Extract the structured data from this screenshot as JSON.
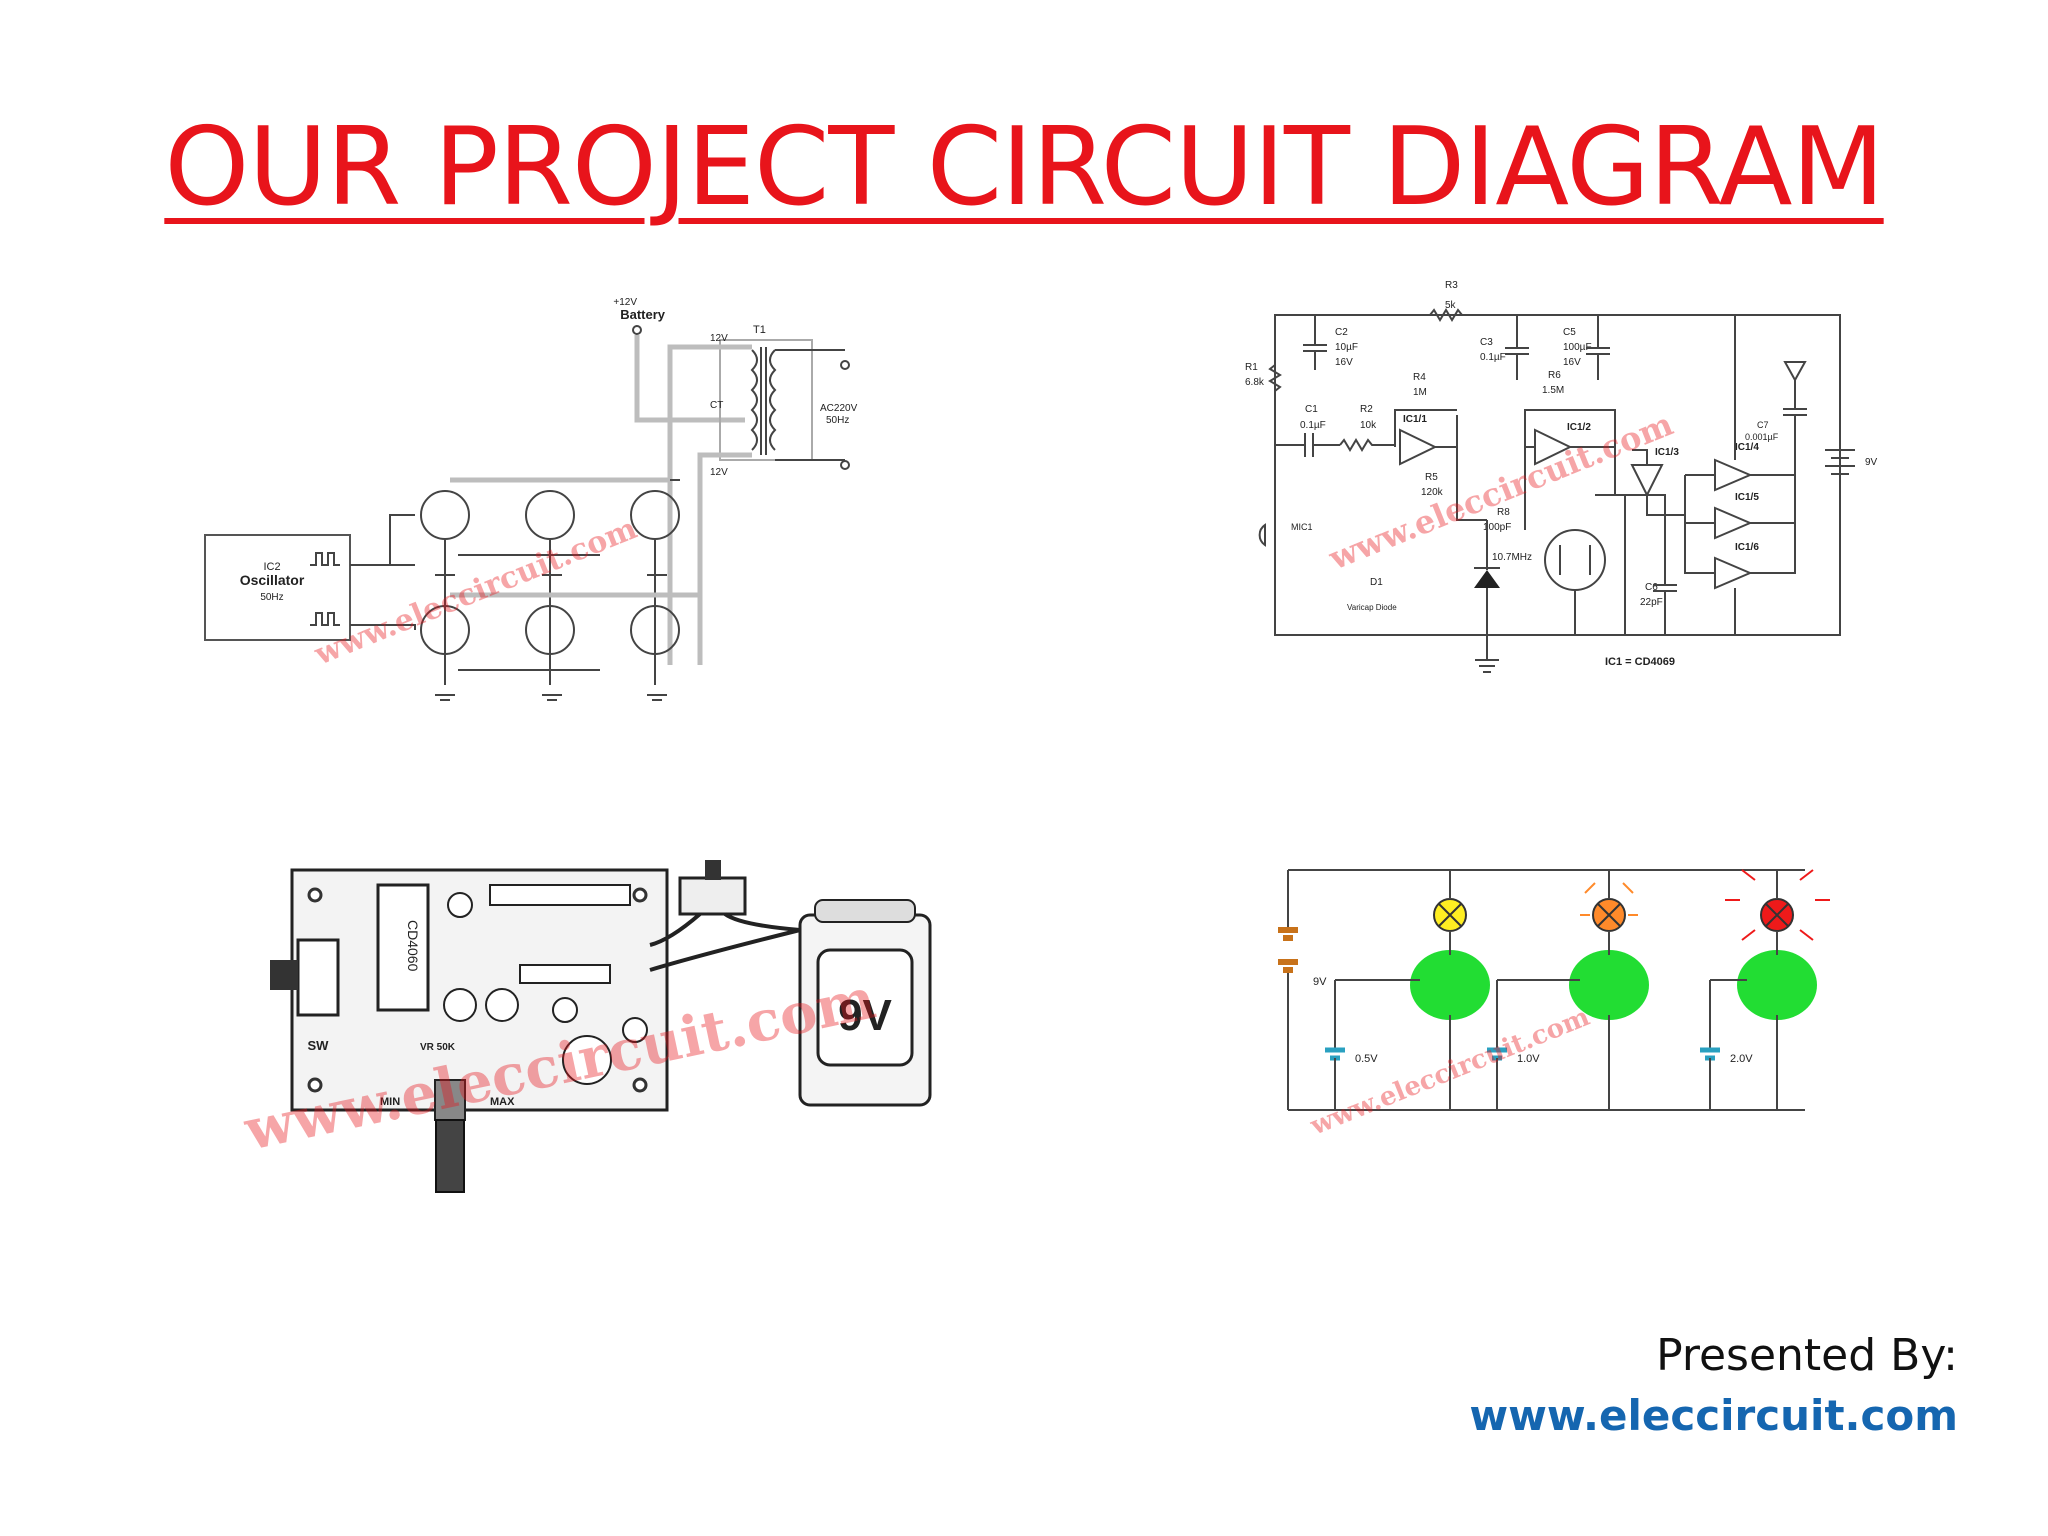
{
  "slide": {
    "title": "OUR PROJECT CIRCUIT DIAGRAM",
    "presented_by": "Presented By:",
    "website": "www.eleccircuit.com"
  },
  "diagrams": {
    "inverter": {
      "battery_voltage": "+12V",
      "battery": "Battery",
      "transformer": "T1",
      "tap_top": "12V",
      "tap_center": "CT",
      "tap_bottom": "12V",
      "output": "AC220V",
      "output_freq": "50Hz",
      "osc_ref": "IC2",
      "osc_name": "Oscillator",
      "osc_freq": "50Hz",
      "watermark": "www.eleccircuit.com"
    },
    "fm_transmitter": {
      "r1": "R1",
      "r1v": "6.8k",
      "r2": "R2",
      "r2v": "10k",
      "r3": "R3",
      "r3v": "5k",
      "r4": "R4",
      "r4v": "1M",
      "r5": "R5",
      "r5v": "120k",
      "r6": "R6",
      "r6v": "1.5M",
      "c1": "C1",
      "c1v": "0.1µF",
      "c2": "C2",
      "c2v": "10µF",
      "c2r": "16V",
      "c3": "C3",
      "c3v": "0.1µF",
      "c5": "C5",
      "c5v": "100µF",
      "c5r": "16V",
      "c6": "C6",
      "c6v": "22pF",
      "c7": "C7",
      "c7v": "0.001µF",
      "r8": "R8",
      "r8v": "100pF",
      "ic11": "IC1/1",
      "ic12": "IC1/2",
      "ic13": "IC1/3",
      "ic14": "IC1/4",
      "ic15": "IC1/5",
      "ic16": "IC1/6",
      "mic": "MIC1",
      "d1": "D1",
      "d1name": "Varicap Diode",
      "xtal": "10.7MHz",
      "batt": "9V",
      "ic_note": "IC1 = CD4069",
      "watermark": "www.eleccircuit.com"
    },
    "pcb": {
      "ic": "CD4060",
      "switch": "SW",
      "vr_min": "MIN",
      "vr_max": "MAX",
      "vr_label": "VR 50K",
      "battery": "9V",
      "watermark": "www.eleccircuit.com"
    },
    "led_indicator": {
      "supply": "9V",
      "ref1": "0.5V",
      "ref2": "1.0V",
      "ref3": "2.0V",
      "watermark": "www.eleccircuit.com"
    }
  },
  "colors": {
    "title": "#e8141b",
    "website": "#1566b0",
    "led_yellow": "#ffee22",
    "led_orange": "#ff8a2a",
    "led_red": "#ee1a1a",
    "transistor_green": "#22dd33"
  }
}
